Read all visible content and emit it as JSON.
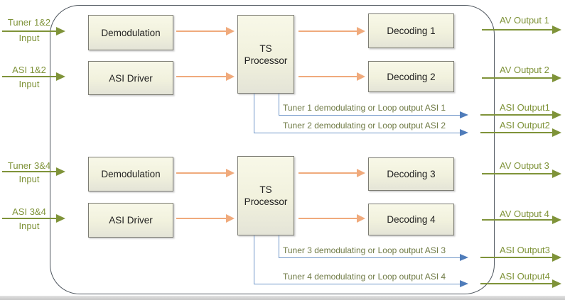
{
  "colors": {
    "green": "#7f9339",
    "orange": "#f0aa7c",
    "blue": "#6e95c8",
    "blue_head": "#4f7cba",
    "box_border": "#7d7d74",
    "outline": "#4e565e",
    "box_text": "#1f1f1f",
    "loop_text": "#6f7a45"
  },
  "sections": [
    {
      "inputs": [
        {
          "label_top": "Tuner 1&2",
          "label_bottom": "Input"
        },
        {
          "label_top": "ASI 1&2",
          "label_bottom": "Input"
        }
      ],
      "blocks": {
        "demodulation": "Demodulation",
        "asi_driver": "ASI Driver",
        "ts_processor": "TS Processor",
        "decoding_top": "Decoding 1",
        "decoding_bottom": "Decoding 2"
      },
      "av_outputs": [
        "AV Output 1",
        "AV Output 2"
      ],
      "loop_labels": [
        "Tuner 1 demodulating or Loop output ASI 1",
        "Tuner 2 demodulating or Loop output ASI 2"
      ],
      "asi_outputs": [
        "ASI Output1",
        "ASI Output2"
      ]
    },
    {
      "inputs": [
        {
          "label_top": "Tuner 3&4",
          "label_bottom": "Input"
        },
        {
          "label_top": "ASI 3&4",
          "label_bottom": "Input"
        }
      ],
      "blocks": {
        "demodulation": "Demodulation",
        "asi_driver": "ASI Driver",
        "ts_processor": "TS Processor",
        "decoding_top": "Decoding 3",
        "decoding_bottom": "Decoding 4"
      },
      "av_outputs": [
        "AV Output 3",
        "AV Output 4"
      ],
      "loop_labels": [
        "Tuner 3 demodulating or Loop output ASI 3",
        "Tuner 4 demodulating or Loop output ASI 4"
      ],
      "asi_outputs": [
        "ASI Output3",
        "ASI Output4"
      ]
    }
  ]
}
